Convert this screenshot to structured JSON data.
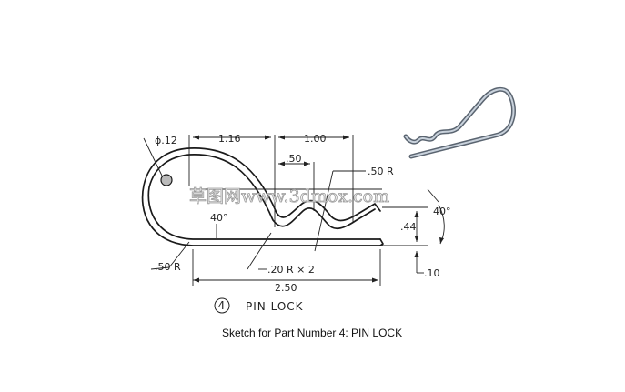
{
  "dimensions": {
    "diameter": "ϕ.12",
    "len_116": "1.16",
    "len_100": "1.00",
    "len_050": ".50",
    "radius_050": ".50 R",
    "angle_left": "40°",
    "angle_right": "40°",
    "height_044": ".44",
    "radius_left": ".50 R",
    "radius_small": ".20 R × 2",
    "total_length": "2.50",
    "offset_010": ".10"
  },
  "part_label": {
    "number": "4",
    "name": "PIN LOCK"
  },
  "caption": "Sketch for Part Number 4: PIN LOCK",
  "watermark": "草图网www.3dmox.com"
}
